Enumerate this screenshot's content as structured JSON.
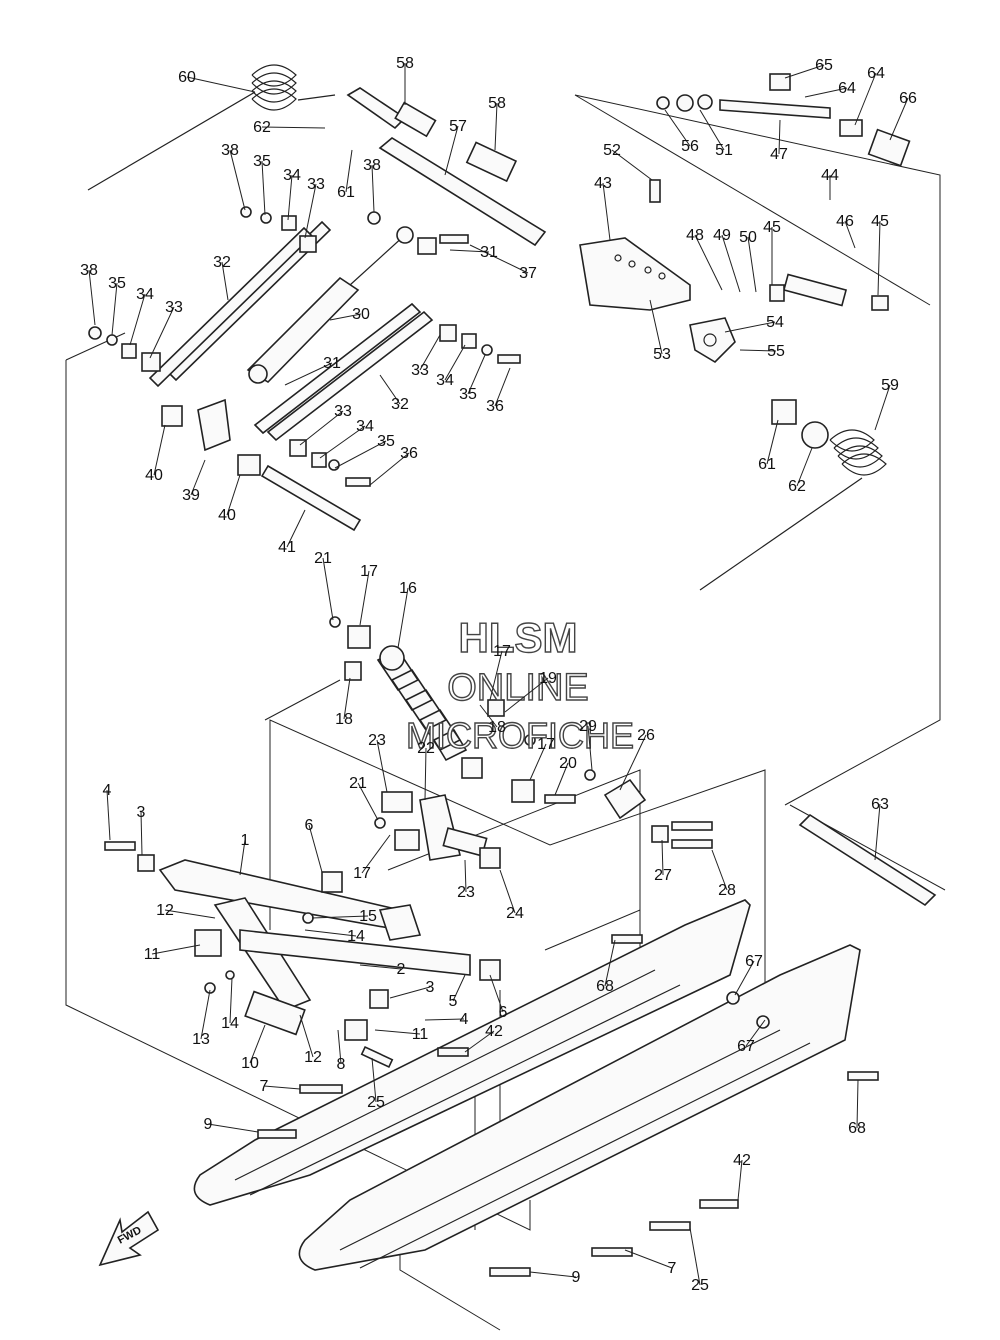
{
  "watermark": {
    "line1": "HLSM",
    "line2": "ONLINE",
    "line3": "MICROFICHE"
  },
  "fwd_label": "FWD",
  "callouts": [
    {
      "n": "60"
    },
    {
      "n": "58"
    },
    {
      "n": "58"
    },
    {
      "n": "65"
    },
    {
      "n": "64"
    },
    {
      "n": "64"
    },
    {
      "n": "66"
    },
    {
      "n": "62"
    },
    {
      "n": "57"
    },
    {
      "n": "56"
    },
    {
      "n": "51"
    },
    {
      "n": "47"
    },
    {
      "n": "61"
    },
    {
      "n": "38"
    },
    {
      "n": "35"
    },
    {
      "n": "34"
    },
    {
      "n": "33"
    },
    {
      "n": "38"
    },
    {
      "n": "52"
    },
    {
      "n": "43"
    },
    {
      "n": "44"
    },
    {
      "n": "31"
    },
    {
      "n": "37"
    },
    {
      "n": "48"
    },
    {
      "n": "49"
    },
    {
      "n": "50"
    },
    {
      "n": "45"
    },
    {
      "n": "46"
    },
    {
      "n": "45"
    },
    {
      "n": "32"
    },
    {
      "n": "38"
    },
    {
      "n": "35"
    },
    {
      "n": "34"
    },
    {
      "n": "33"
    },
    {
      "n": "30"
    },
    {
      "n": "54"
    },
    {
      "n": "53"
    },
    {
      "n": "55"
    },
    {
      "n": "31"
    },
    {
      "n": "33"
    },
    {
      "n": "34"
    },
    {
      "n": "35"
    },
    {
      "n": "36"
    },
    {
      "n": "32"
    },
    {
      "n": "59"
    },
    {
      "n": "33"
    },
    {
      "n": "34"
    },
    {
      "n": "35"
    },
    {
      "n": "36"
    },
    {
      "n": "40"
    },
    {
      "n": "39"
    },
    {
      "n": "40"
    },
    {
      "n": "61"
    },
    {
      "n": "62"
    },
    {
      "n": "41"
    },
    {
      "n": "21"
    },
    {
      "n": "17"
    },
    {
      "n": "16"
    },
    {
      "n": "17"
    },
    {
      "n": "19"
    },
    {
      "n": "18"
    },
    {
      "n": "18"
    },
    {
      "n": "23"
    },
    {
      "n": "22"
    },
    {
      "n": "17"
    },
    {
      "n": "29"
    },
    {
      "n": "26"
    },
    {
      "n": "20"
    },
    {
      "n": "21"
    },
    {
      "n": "4"
    },
    {
      "n": "3"
    },
    {
      "n": "6"
    },
    {
      "n": "17"
    },
    {
      "n": "1"
    },
    {
      "n": "23"
    },
    {
      "n": "24"
    },
    {
      "n": "27"
    },
    {
      "n": "28"
    },
    {
      "n": "63"
    },
    {
      "n": "12"
    },
    {
      "n": "15"
    },
    {
      "n": "14"
    },
    {
      "n": "11"
    },
    {
      "n": "2"
    },
    {
      "n": "68"
    },
    {
      "n": "67"
    },
    {
      "n": "3"
    },
    {
      "n": "5"
    },
    {
      "n": "6"
    },
    {
      "n": "13"
    },
    {
      "n": "14"
    },
    {
      "n": "4"
    },
    {
      "n": "11"
    },
    {
      "n": "42"
    },
    {
      "n": "10"
    },
    {
      "n": "12"
    },
    {
      "n": "8"
    },
    {
      "n": "67"
    },
    {
      "n": "7"
    },
    {
      "n": "25"
    },
    {
      "n": "68"
    },
    {
      "n": "9"
    },
    {
      "n": "42"
    },
    {
      "n": "7"
    },
    {
      "n": "25"
    },
    {
      "n": "9"
    }
  ]
}
